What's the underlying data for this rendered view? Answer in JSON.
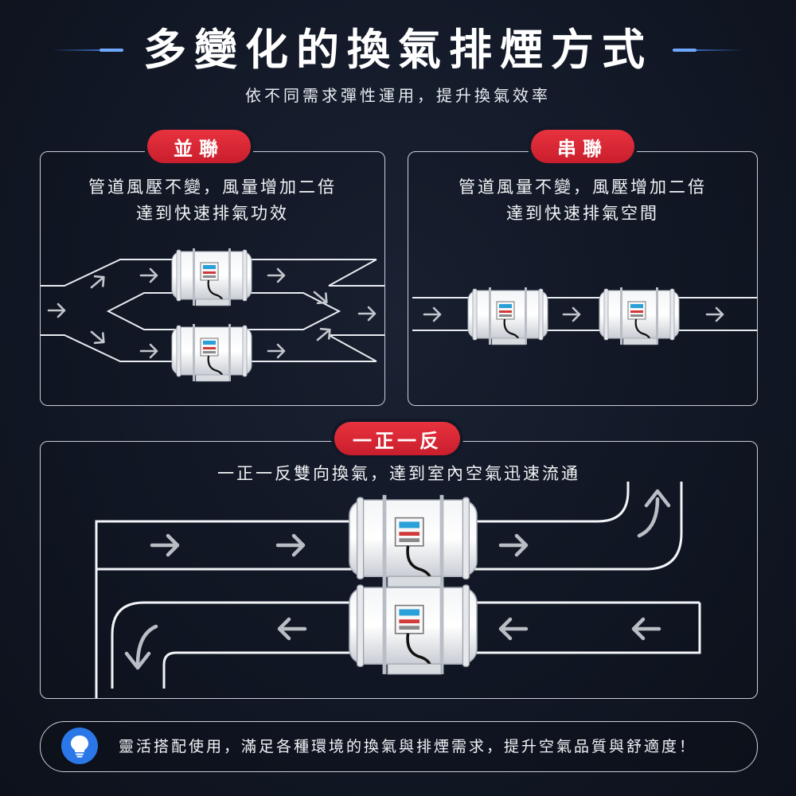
{
  "header": {
    "title": "多變化的換氣排煙方式",
    "subtitle": "依不同需求彈性運用，提升換氣效率"
  },
  "parallel": {
    "badge": "並聯",
    "line1": "管道風壓不變，風量增加二倍",
    "line2": "達到快速排氣功效"
  },
  "series": {
    "badge": "串聯",
    "line1": "管道風量不變，風壓增加二倍",
    "line2": "達到快速排氣空間"
  },
  "reverse": {
    "badge": "一正一反",
    "line1": "一正一反雙向換氣，達到室內空氣迅速流通"
  },
  "footer": {
    "tip": "靈活搭配使用，滿足各種環境的換氣與排煙需求，提升空氣品質與舒適度！"
  },
  "colors": {
    "accent_red": "#d92433",
    "accent_blue": "#2b77e8",
    "background": "#121826"
  }
}
